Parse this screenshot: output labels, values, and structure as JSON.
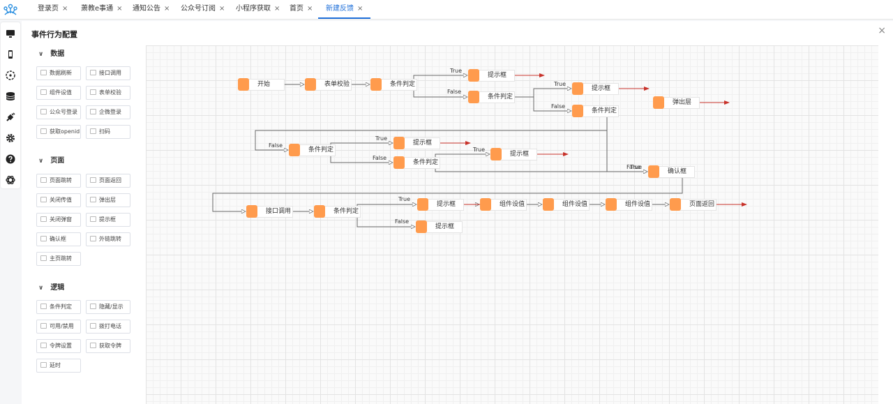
{
  "tabs": [
    {
      "label": "登录页",
      "active": false
    },
    {
      "label": "萧教e事通",
      "active": false
    },
    {
      "label": "通知公告",
      "active": false
    },
    {
      "label": "公众号订阅",
      "active": false
    },
    {
      "label": "小程序获取",
      "active": false
    },
    {
      "label": "首页",
      "active": false
    },
    {
      "label": "新建反馈",
      "active": true
    }
  ],
  "tab_close_glyph": "×",
  "rail_icons": [
    "monitor-icon",
    "mobile-icon",
    "dashboard-icon",
    "database-icon",
    "plug-icon",
    "gear-icon",
    "help-icon",
    "openai-icon"
  ],
  "panel": {
    "title": "事件行为配置",
    "close_glyph": "×"
  },
  "sections": [
    {
      "title": "数据",
      "items": [
        "数据刷新",
        "接口调用",
        "组件设值",
        "表单校验",
        "公众号登录",
        "企微登录",
        "获取openid",
        "扫码"
      ]
    },
    {
      "title": "页面",
      "items": [
        "页面跳转",
        "页面返回",
        "关闭传值",
        "弹出层",
        "关闭弹窗",
        "提示框",
        "确认框",
        "外链跳转",
        "主页跳转"
      ]
    },
    {
      "title": "逻辑",
      "items": [
        "条件判定",
        "隐藏/显示",
        "可用/禁用",
        "拨打电话",
        "令牌设置",
        "获取令牌",
        "延时"
      ]
    }
  ],
  "flow": {
    "nodes": [
      {
        "id": "n1",
        "label": "开始"
      },
      {
        "id": "n2",
        "label": "表单校验"
      },
      {
        "id": "n3",
        "label": "条件判定"
      },
      {
        "id": "n4",
        "label": "提示框"
      },
      {
        "id": "n5",
        "label": "条件判定"
      },
      {
        "id": "n6",
        "label": "提示框"
      },
      {
        "id": "n7",
        "label": "条件判定"
      },
      {
        "id": "n8",
        "label": "弹出层"
      },
      {
        "id": "n9",
        "label": "条件判定"
      },
      {
        "id": "n10",
        "label": "提示框"
      },
      {
        "id": "n11",
        "label": "条件判定"
      },
      {
        "id": "n12",
        "label": "提示框"
      },
      {
        "id": "n13",
        "label": "确认框"
      },
      {
        "id": "n14",
        "label": "接口调用"
      },
      {
        "id": "n15",
        "label": "条件判定"
      },
      {
        "id": "n16",
        "label": "提示框"
      },
      {
        "id": "n17",
        "label": "组件设值"
      },
      {
        "id": "n18",
        "label": "组件设值"
      },
      {
        "id": "n19",
        "label": "组件设值"
      },
      {
        "id": "n20",
        "label": "页面返回"
      },
      {
        "id": "n21",
        "label": "提示框"
      }
    ],
    "edge_labels": [
      {
        "id": "e1",
        "text": "True"
      },
      {
        "id": "e2",
        "text": "False"
      },
      {
        "id": "e3",
        "text": "True"
      },
      {
        "id": "e4",
        "text": "False"
      },
      {
        "id": "e5",
        "text": "False"
      },
      {
        "id": "e6",
        "text": "True"
      },
      {
        "id": "e7",
        "text": "False"
      },
      {
        "id": "e8",
        "text": "True"
      },
      {
        "id": "e9",
        "text": "False"
      },
      {
        "id": "e10",
        "text": "True"
      },
      {
        "id": "e11",
        "text": "True"
      },
      {
        "id": "e12",
        "text": "False"
      }
    ]
  }
}
